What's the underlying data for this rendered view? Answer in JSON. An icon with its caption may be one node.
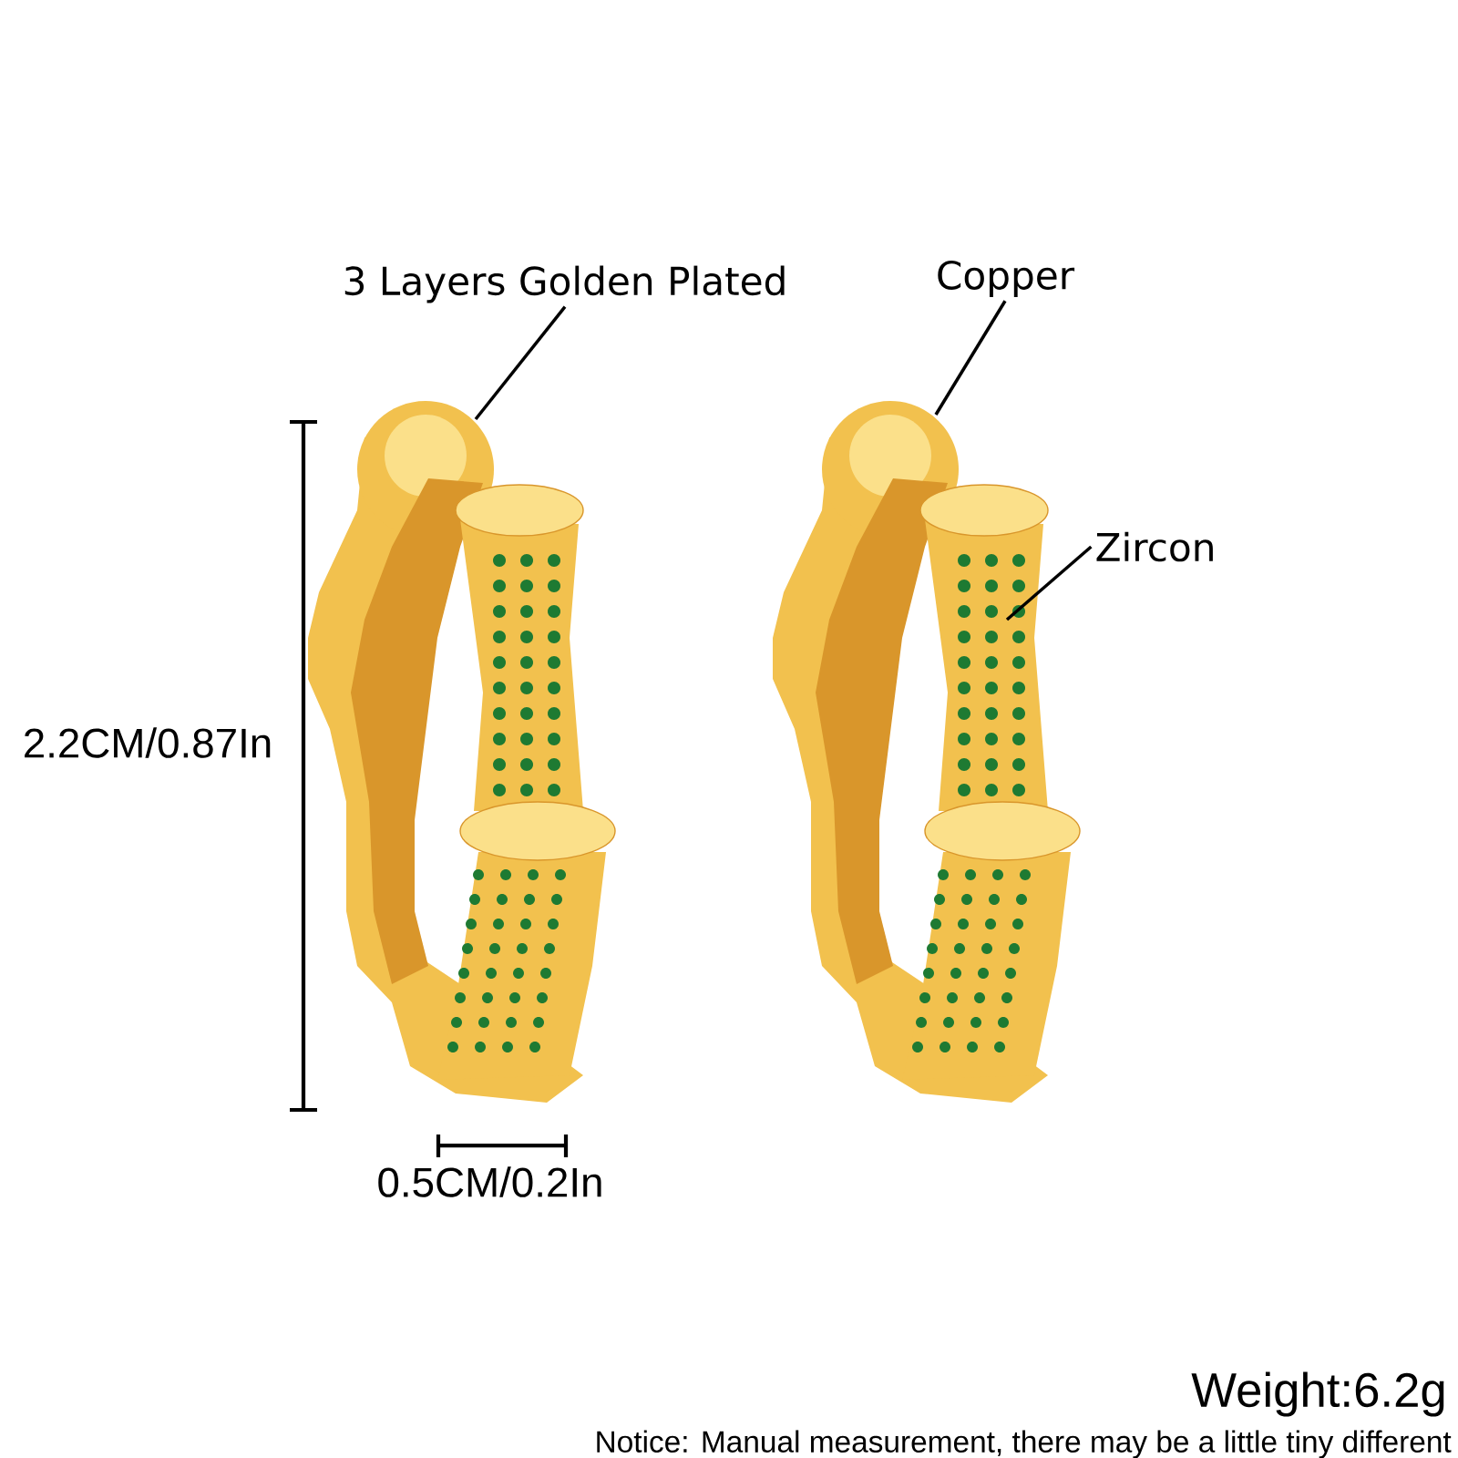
{
  "diagram": {
    "nodes": [
      {
        "text": [
          "3 Layers Golden Plated"
        ]
      },
      {
        "text": [],
        "shape": "picture"
      },
      {
        "text": [
          "Copper"
        ]
      },
      {
        "text": [],
        "shape": "picture"
      },
      {
        "text": [
          "Zircon"
        ]
      }
    ],
    "edges": [
      {
        "from": 0,
        "to": 1,
        "arrow": "none"
      },
      {
        "from": 2,
        "to": 3,
        "arrow": "none"
      },
      {
        "from": 4,
        "to": 3,
        "arrow": "none"
      }
    ],
    "labels": [
      "2.2CM/0.87In",
      "0.5CM/0.2In",
      "Weight:6.2g",
      "Notice: Manual measurement, there may be a little tiny different"
    ]
  }
}
